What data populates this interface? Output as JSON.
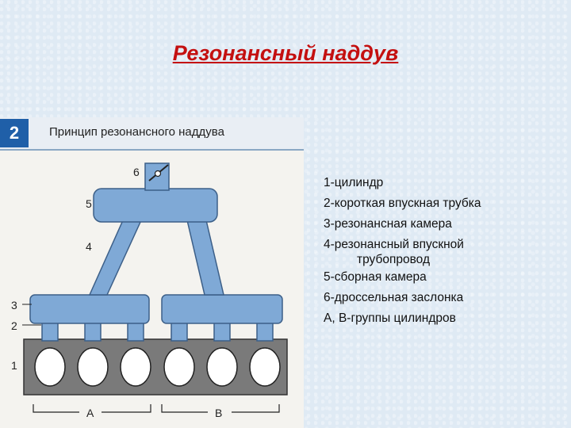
{
  "slide": {
    "title": "Резонансный наддув"
  },
  "figure": {
    "number": "2",
    "caption": "Принцип резонансного наддува",
    "labels": {
      "n6": "6",
      "n5": "5",
      "n4": "4",
      "n3": "3",
      "n2": "2",
      "n1": "1",
      "groupA": "A",
      "groupB": "B"
    },
    "colors": {
      "intake": "#7fa9d6",
      "intake_outline": "#3c5f88",
      "block": "#7a7a7a",
      "cylinder": "#ffffff"
    }
  },
  "legend": {
    "item1": "1-цилиндр",
    "item2": "2-короткая впускная трубка",
    "item3": "3-резонансная камера",
    "item4": "4-резонансный впускной",
    "item4_cont": "трубопровод",
    "item5": "5-сборная камера",
    "item6": "6-дроссельная заслонка",
    "item7": "А, В-группы цилиндров"
  }
}
